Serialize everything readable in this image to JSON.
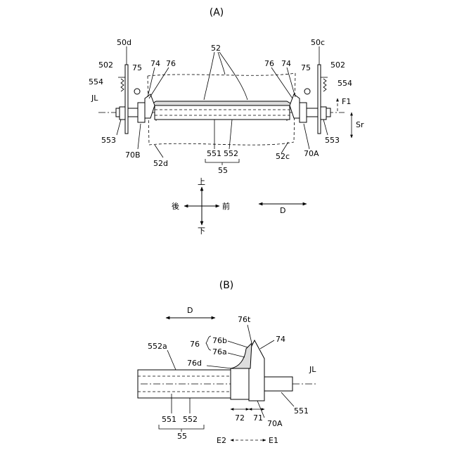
{
  "figure_a": {
    "caption": "(A)",
    "labels": {
      "l52": "52",
      "l50d": "50d",
      "l50c": "50c",
      "l502_left": "502",
      "l502_right": "502",
      "l75_left": "75",
      "l75_right": "75",
      "l74_left": "74",
      "l74_right": "74",
      "l76_left": "76",
      "l76_right": "76",
      "l554_left": "554",
      "l554_right": "554",
      "lJL": "JL",
      "lF1": "F1",
      "lSr": "Sr",
      "l553_left": "553",
      "l553_right": "553",
      "l70B": "70B",
      "l70A": "70A",
      "l52d": "52d",
      "l52c": "52c",
      "l551": "551",
      "l552": "552",
      "l55": "55"
    },
    "directions": {
      "up": "上",
      "down": "下",
      "back": "後",
      "front": "前",
      "D": "D"
    }
  },
  "figure_b": {
    "caption": "(B)",
    "labels": {
      "lD": "D",
      "l76t": "76t",
      "l76b": "76b",
      "l76": "76",
      "l76a": "76a",
      "l74": "74",
      "l552a": "552a",
      "l76d": "76d",
      "lJL": "JL",
      "l551_right": "551",
      "l72": "72",
      "l71": "71",
      "l70A": "70A",
      "l551_bottom": "551",
      "l552_bottom": "552",
      "l55": "55",
      "lE2": "E2",
      "lE1": "E1"
    }
  }
}
